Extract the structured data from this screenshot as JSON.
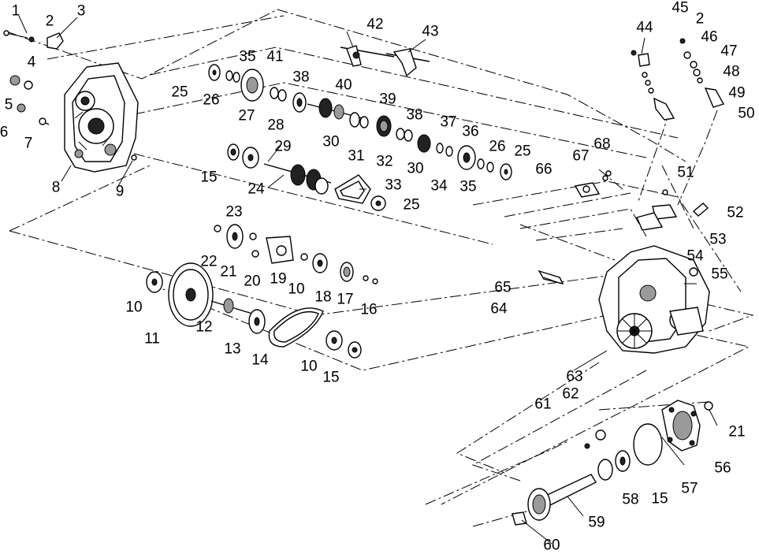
{
  "figure": {
    "kind": "exploded parts diagram",
    "callouts": [
      "1",
      "2",
      "3",
      "4",
      "5",
      "6",
      "7",
      "8",
      "9",
      "10",
      "11",
      "12",
      "13",
      "14",
      "15",
      "16",
      "17",
      "18",
      "19",
      "20",
      "21",
      "22",
      "23",
      "24",
      "25",
      "26",
      "27",
      "28",
      "29",
      "30",
      "31",
      "32",
      "33",
      "34",
      "35",
      "36",
      "37",
      "38",
      "39",
      "40",
      "41",
      "42",
      "43",
      "44",
      "45",
      "46",
      "47",
      "48",
      "49",
      "50",
      "51",
      "52",
      "53",
      "54",
      "55",
      "56",
      "57",
      "58",
      "59",
      "60",
      "61",
      "62",
      "63",
      "64",
      "65",
      "66",
      "67",
      "68"
    ]
  },
  "labels": {
    "l1": "1",
    "l2": "2",
    "l3": "3",
    "l4": "4",
    "l5": "5",
    "l6": "6",
    "l7": "7",
    "l8": "8",
    "l9": "9",
    "l10a": "10",
    "l10b": "10",
    "l10c": "10",
    "l11": "11",
    "l12": "12",
    "l13": "13",
    "l14": "14",
    "l15a": "15",
    "l15b": "15",
    "l15c": "15",
    "l16": "16",
    "l17": "17",
    "l18": "18",
    "l19": "19",
    "l20": "20",
    "l21a": "21",
    "l21b": "21",
    "l22": "22",
    "l23": "23",
    "l24": "24",
    "l25a": "25",
    "l25b": "25",
    "l25c": "25",
    "l26a": "26",
    "l26b": "26",
    "l27": "27",
    "l28": "28",
    "l29": "29",
    "l30a": "30",
    "l30b": "30",
    "l31": "31",
    "l32": "32",
    "l33": "33",
    "l34": "34",
    "l35a": "35",
    "l35b": "35",
    "l36": "36",
    "l37": "37",
    "l38a": "38",
    "l38b": "38",
    "l39": "39",
    "l40": "40",
    "l41": "41",
    "l42": "42",
    "l43": "43",
    "l44": "44",
    "l45": "45",
    "l2b": "2",
    "l46": "46",
    "l47": "47",
    "l48": "48",
    "l49": "49",
    "l50": "50",
    "l51": "51",
    "l52": "52",
    "l53": "53",
    "l54": "54",
    "l55": "55",
    "l56": "56",
    "l57": "57",
    "l58": "58",
    "l59": "59",
    "l60": "60",
    "l61": "61",
    "l62": "62",
    "l63": "63",
    "l64": "64",
    "l65": "65",
    "l66": "66",
    "l67": "67",
    "l68": "68"
  },
  "colors": {
    "ink": "#000000",
    "paper": "#ffffff",
    "shade": "#9a9a9a"
  }
}
